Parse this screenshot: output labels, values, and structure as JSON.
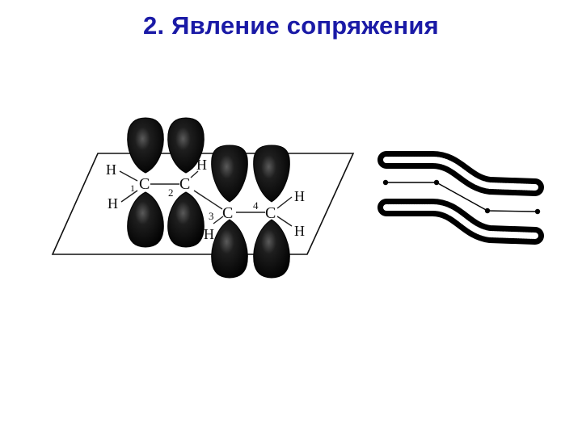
{
  "slide": {
    "title": "2. Явление сопряжения"
  },
  "diagram": {
    "atoms": {
      "carbon": "C",
      "hydrogen": "H"
    },
    "numbers": [
      "1",
      "2",
      "3",
      "4"
    ]
  }
}
